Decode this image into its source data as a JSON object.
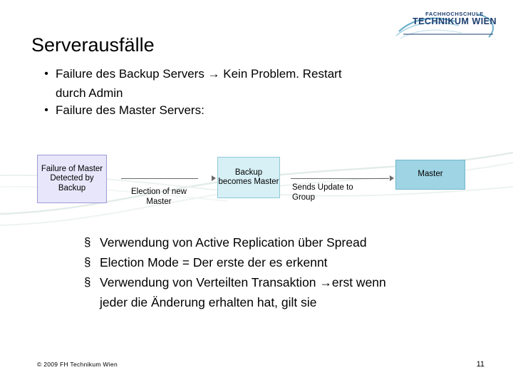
{
  "logo": {
    "line1": "FACHHOCHSCHULE",
    "line2": "TECHNIKUM WIEN",
    "color": "#1b3c6e",
    "accent": "#7fb8d0"
  },
  "title": "Serverausfälle",
  "bullets": [
    {
      "marker": "•",
      "text": "Failure des Backup Servers → Kein Problem. Restart",
      "cont": "durch Admin"
    },
    {
      "marker": "•",
      "text": "Failure des Master Servers:",
      "cont": ""
    }
  ],
  "diagram": {
    "nodes": [
      {
        "id": "node-failure-detected",
        "text": "Failure of Master Detected by Backup",
        "fill": "#e8e6fb"
      },
      {
        "id": "node-backup-becomes-master",
        "text": "Backup becomes Master",
        "fill": "#d6f0f5"
      },
      {
        "id": "node-master",
        "text": "Master",
        "fill": "#9fd4e4"
      }
    ],
    "labels": [
      {
        "id": "label-election",
        "text": "Election of new Master"
      },
      {
        "id": "label-sends-update",
        "text": "Sends Update to Group"
      }
    ]
  },
  "section_bullets": [
    {
      "marker": "§",
      "text": "Verwendung von Active Replication über Spread",
      "cont": ""
    },
    {
      "marker": "§",
      "text": "Election Mode = Der erste der es erkennt",
      "cont": ""
    },
    {
      "marker": "§",
      "text": "Verwendung von Verteilten Transaktion →erst wenn",
      "cont": "jeder die Änderung erhalten hat, gilt sie"
    }
  ],
  "footer": {
    "copyright": "© 2009 FH Technikum Wien",
    "page": "11"
  }
}
